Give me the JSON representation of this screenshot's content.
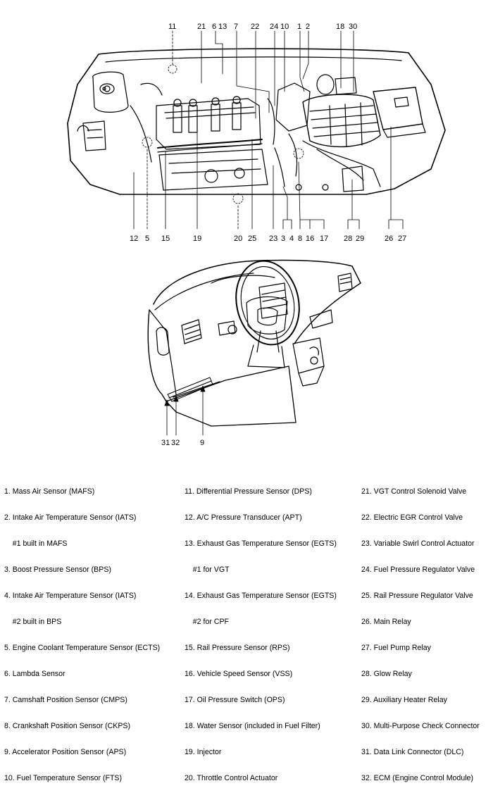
{
  "callouts": {
    "top": [
      "11",
      "21",
      "6",
      "13",
      "7",
      "22",
      "24",
      "10",
      "1",
      "2",
      "18",
      "30"
    ],
    "bottom": [
      "12",
      "5",
      "15",
      "19",
      "20",
      "25",
      "23",
      "3",
      "4",
      "8",
      "16",
      "17",
      "28",
      "29",
      "26",
      "27"
    ],
    "dash": [
      "31",
      "32",
      "9"
    ]
  },
  "legend": {
    "col1": [
      "1. Mass Air Sensor (MAFS)",
      "2. Intake Air Temperature Sensor (IATS)",
      "    #1 built in MAFS",
      "3. Boost Pressure Sensor (BPS)",
      "4. Intake Air Temperature Sensor (IATS)",
      "    #2 built in BPS",
      "5. Engine Coolant Temperature Sensor (ECTS)",
      "6. Lambda Sensor",
      "7. Camshaft Position Sensor (CMPS)",
      "8. Crankshaft Position Sensor (CKPS)",
      "9. Accelerator Position Sensor (APS)",
      "10. Fuel Temperature Sensor (FTS)"
    ],
    "col2": [
      "11. Differential Pressure Sensor (DPS)",
      "12. A/C Pressure Transducer (APT)",
      "13. Exhaust Gas Temperature Sensor (EGTS)",
      "    #1 for VGT",
      "14. Exhaust Gas Temperature Sensor (EGTS)",
      "    #2 for CPF",
      "15. Rail Pressure Sensor (RPS)",
      "16. Vehicle Speed Sensor (VSS)",
      "17. Oil Pressure Switch (OPS)",
      "18. Water Sensor (included in Fuel Filter)",
      "19. Injector",
      "20. Throttle Control Actuator"
    ],
    "col3": [
      "21. VGT Control Solenoid Valve",
      "22. Electric EGR Control Valve",
      "23. Variable Swirl Control Actuator",
      "24. Fuel Pressure Regulator Valve",
      "25. Rail Pressure Regulator Valve",
      "26. Main Relay",
      "27. Fuel Pump Relay",
      "28. Glow Relay",
      "29. Auxiliary Heater Relay",
      "30. Multi-Purpose Check Connector",
      "31. Data Link Connector (DLC)",
      "32. ECM (Engine Control Module)"
    ]
  }
}
